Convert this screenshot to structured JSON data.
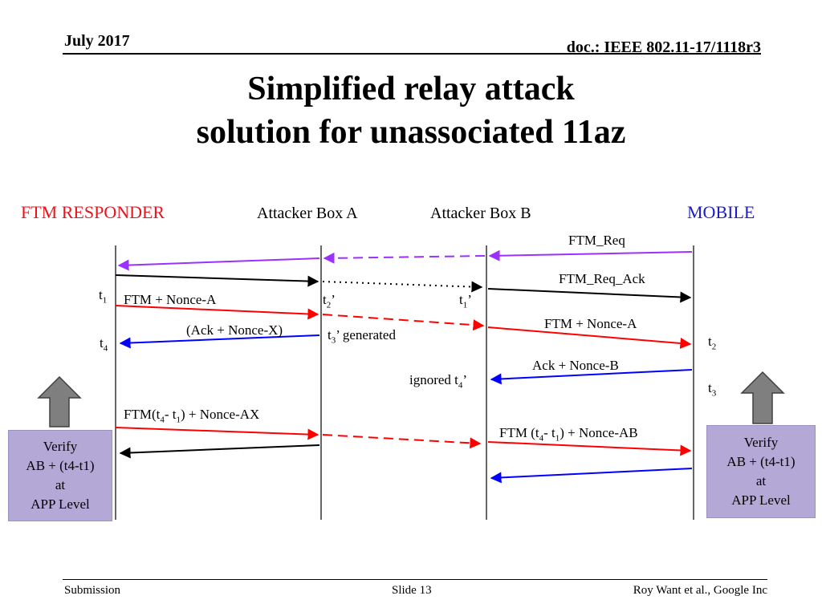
{
  "header": {
    "date": "July 2017",
    "doc": "doc.: IEEE 802.11-17/1118r3"
  },
  "title": {
    "line1": "Simplified relay attack",
    "line2": "solution for unassociated 11az"
  },
  "columns": {
    "responder": "FTM RESPONDER",
    "box_a": "Attacker Box A",
    "box_b": "Attacker Box B",
    "mobile": "MOBILE"
  },
  "messages": {
    "ftm_req": "FTM_Req",
    "ftm_req_ack": "FTM_Req_Ack",
    "ftm_nonce_a_left": "FTM + Nonce-A",
    "ack_nonce_x": "(Ack + Nonce-X)",
    "ftm_nonce_a_right": "FTM + Nonce-A",
    "ack_nonce_b": "Ack + Nonce-B",
    "ftm_t4t1_ax": {
      "prefix": "FTM(t",
      "sub1": "4",
      "mid": "- t",
      "sub2": "1",
      "suffix": ") + Nonce-AX"
    },
    "ftm_t4t1_ab": {
      "prefix": "FTM (t",
      "sub1": "4",
      "mid": "- t",
      "sub2": "1",
      "suffix": ") + Nonce-AB"
    }
  },
  "timestamps": {
    "t1_left": {
      "base": "t",
      "sub": "1"
    },
    "t4_left": {
      "base": "t",
      "sub": "4"
    },
    "t2_prime": {
      "base": "t",
      "sub": "2",
      "suffix": "’"
    },
    "t1_prime": {
      "base": "t",
      "sub": "1",
      "suffix": "’"
    },
    "t3_generated": {
      "base": "t",
      "sub": "3",
      "suffix": "’ generated"
    },
    "ignored_t4": {
      "base": "ignored t",
      "sub": "4",
      "suffix": "’"
    },
    "t2_right": {
      "base": "t",
      "sub": "2"
    },
    "t3_right": {
      "base": "t",
      "sub": "3"
    }
  },
  "verify_left": {
    "line1": "Verify",
    "line2": "AB + (t4-t1)",
    "line3": "at",
    "line4": "APP Level"
  },
  "verify_right": {
    "line1": "Verify",
    "line2": "AB + (t4-t1)",
    "line3": "at",
    "line4": "APP Level"
  },
  "footer": {
    "left": "Submission",
    "center": "Slide 13",
    "right": "Roy Want et al., Google Inc"
  },
  "colors": {
    "purple": "#9b30ff",
    "red": "#ff0000",
    "blue": "#0000ff",
    "black": "#000000",
    "responder": "#e8141c",
    "mobile": "#1c1cc8",
    "verify_bg": "#b3a8d6",
    "arrow_gray": "#7f7f7f"
  }
}
